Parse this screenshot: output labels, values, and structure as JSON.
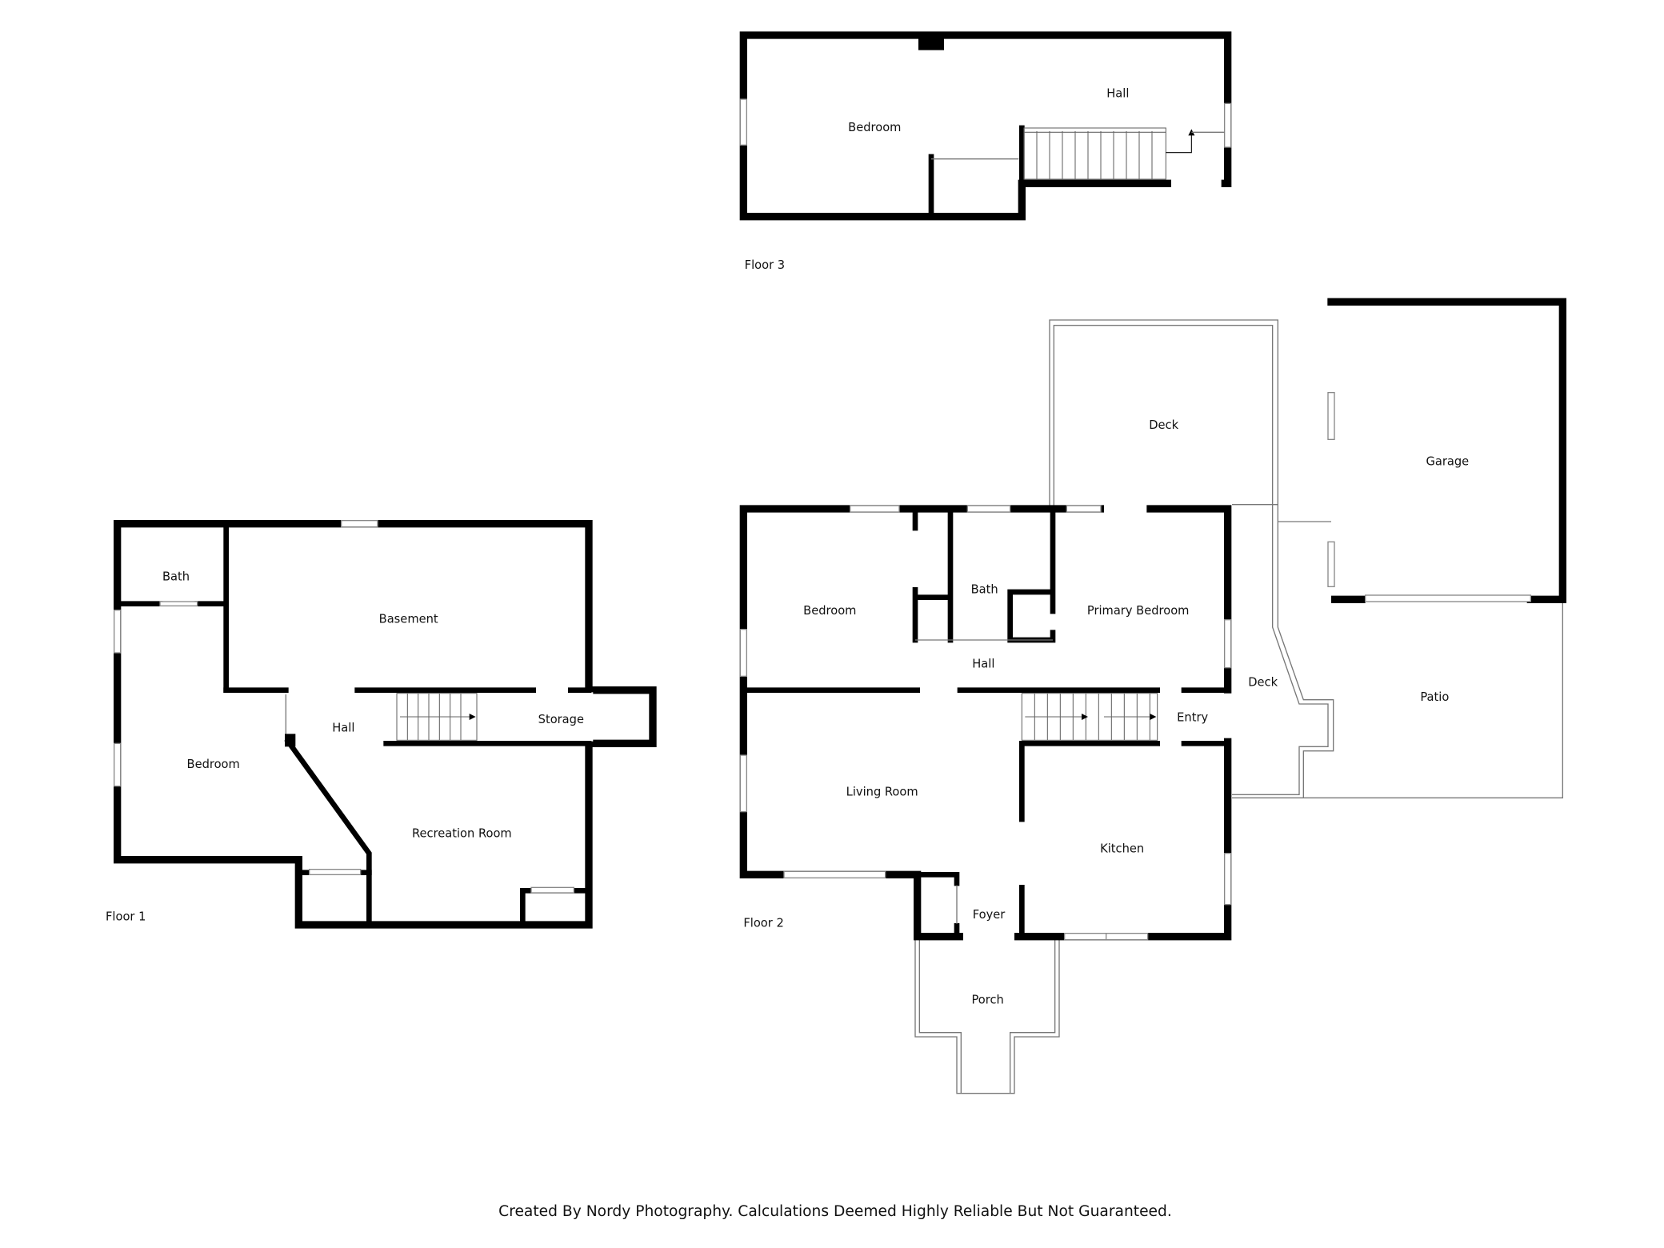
{
  "floors": {
    "floor3": {
      "label": "Floor 3",
      "rooms": {
        "bedroom": "Bedroom",
        "hall": "Hall"
      }
    },
    "floor1": {
      "label": "Floor 1",
      "rooms": {
        "bath": "Bath",
        "basement": "Basement",
        "bedroom": "Bedroom",
        "hall": "Hall",
        "storage": "Storage",
        "recreation": "Recreation Room"
      }
    },
    "floor2": {
      "label": "Floor 2",
      "rooms": {
        "deck_top": "Deck",
        "garage": "Garage",
        "bedroom": "Bedroom",
        "bath": "Bath",
        "primary_bedroom": "Primary Bedroom",
        "hall": "Hall",
        "deck_side": "Deck",
        "patio": "Patio",
        "entry": "Entry",
        "living_room": "Living Room",
        "kitchen": "Kitchen",
        "foyer": "Foyer",
        "porch": "Porch"
      }
    }
  },
  "footer": "Created By Nordy Photography. Calculations Deemed Highly Reliable But Not Guaranteed."
}
